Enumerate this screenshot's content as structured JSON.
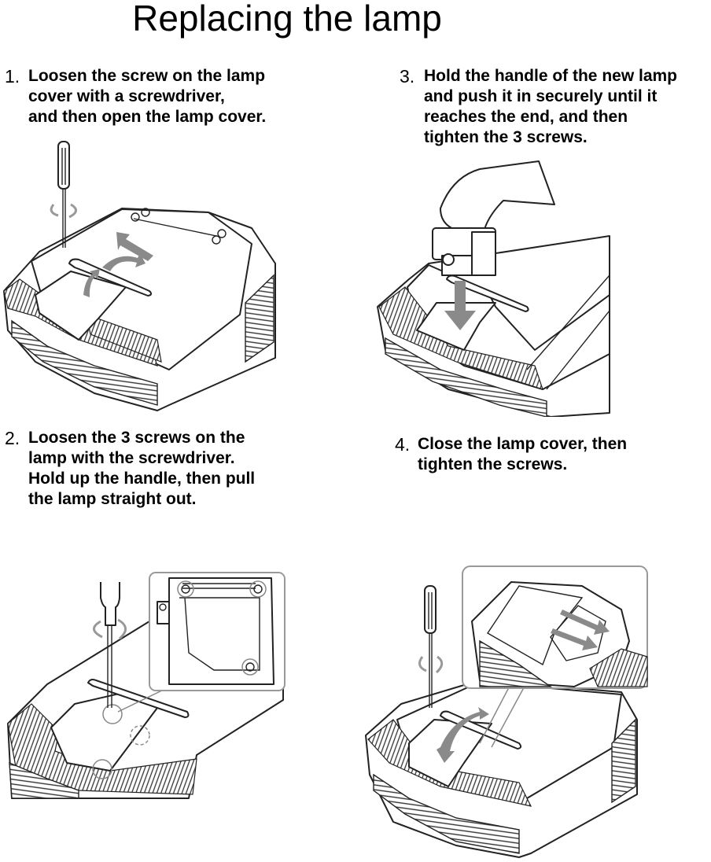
{
  "document": {
    "title": "Replacing the lamp",
    "steps": [
      {
        "number": "1.",
        "lines": [
          "Loosen the screw on the lamp",
          "cover with a  screwdriver,",
          "and then open the lamp cover."
        ],
        "illustration": "projector-open-lamp-cover"
      },
      {
        "number": "2.",
        "lines": [
          "Loosen the 3 screws on the",
          "lamp with the screwdriver.",
          "Hold up the handle,  then pull",
          "the lamp straight out."
        ],
        "illustration": "projector-loosen-lamp-screws"
      },
      {
        "number": "3.",
        "lines": [
          "Hold the handle of the new lamp",
          "and push it in securely until it",
          "reaches the end, and then",
          "tighten the 3 screws."
        ],
        "illustration": "projector-insert-new-lamp"
      },
      {
        "number": "4.",
        "lines": [
          "Close the lamp cover, then",
          "tighten the screws."
        ],
        "illustration": "projector-close-lamp-cover"
      }
    ]
  }
}
